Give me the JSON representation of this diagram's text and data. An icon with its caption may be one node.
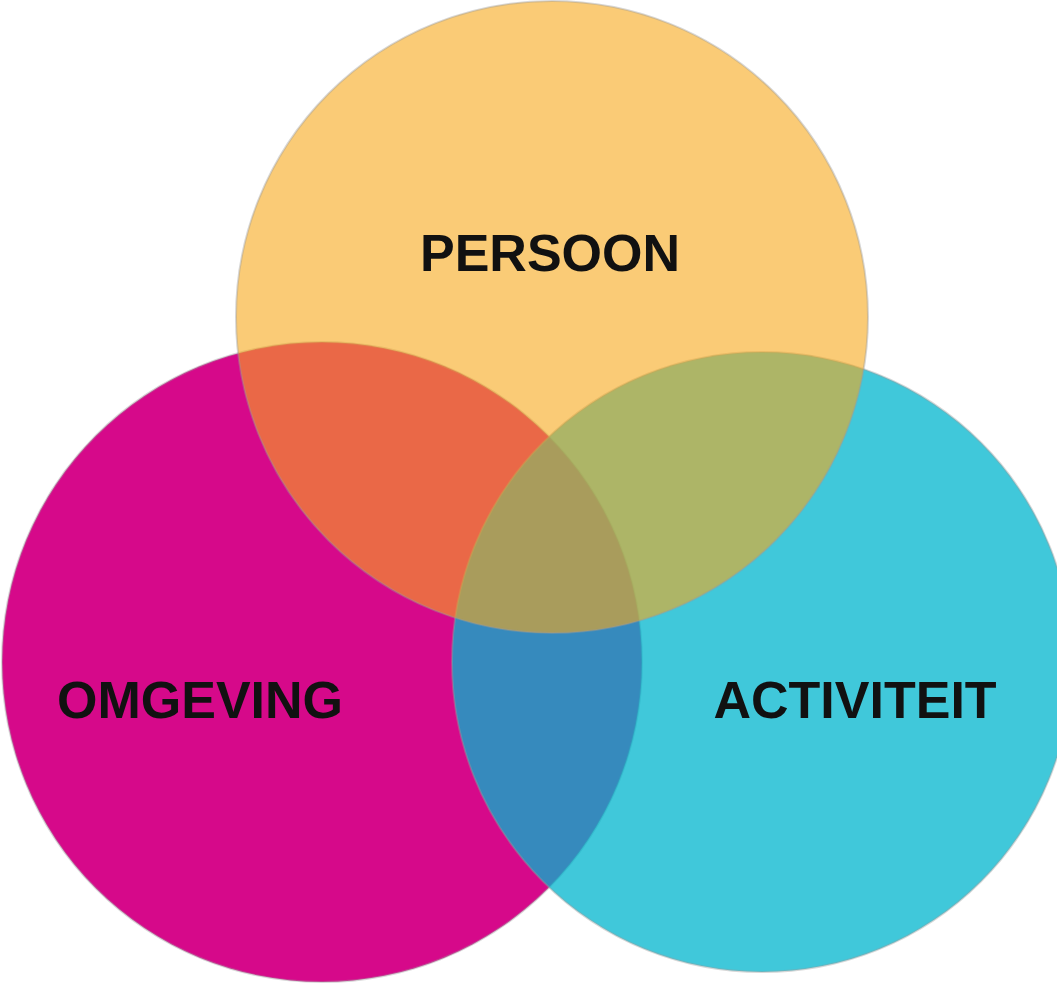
{
  "diagram": {
    "nodes": [
      {
        "text": [
          "PERSOON"
        ]
      },
      {
        "text": [
          "OMGEVING"
        ]
      },
      {
        "text": [
          "ACTIVITEIT"
        ]
      }
    ]
  }
}
